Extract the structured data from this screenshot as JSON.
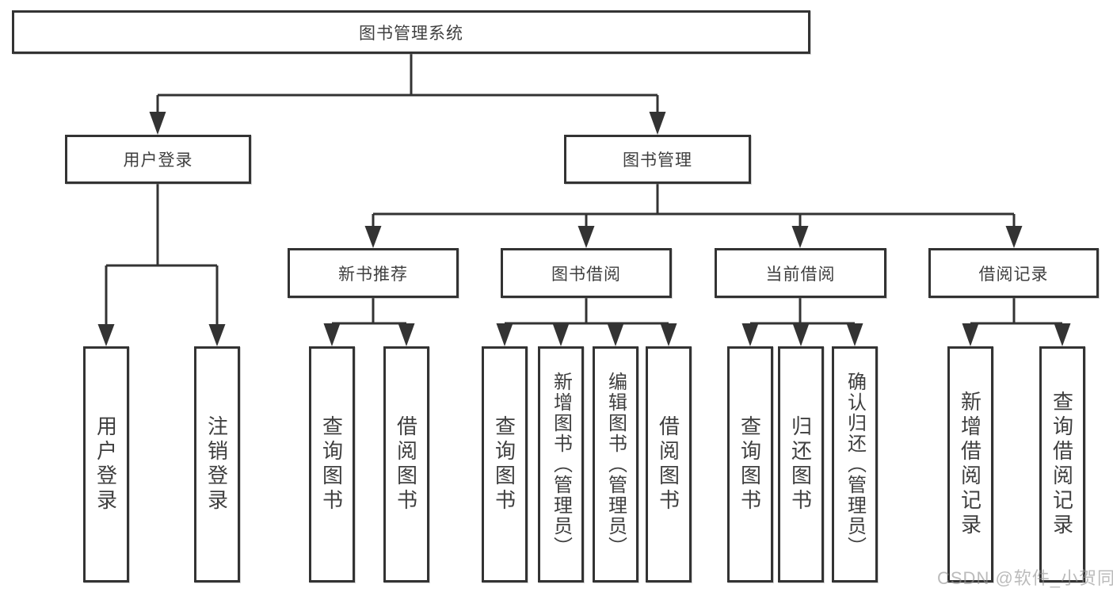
{
  "diagram": {
    "root": {
      "label": "图书管理系统"
    },
    "level1": [
      {
        "label": "用户登录"
      },
      {
        "label": "图书管理"
      }
    ],
    "level2": [
      {
        "label": "新书推荐"
      },
      {
        "label": "图书借阅"
      },
      {
        "label": "当前借阅"
      },
      {
        "label": "借阅记录"
      }
    ],
    "leaves": {
      "user_login_group": [
        {
          "label": "用户登录"
        },
        {
          "label": "注销登录"
        }
      ],
      "new_book_group": [
        {
          "label": "查询图书"
        },
        {
          "label": "借阅图书"
        }
      ],
      "borrow_group": [
        {
          "label": "查询图书"
        },
        {
          "label": "新增图书（管理员）"
        },
        {
          "label": "编辑图书（管理员）"
        },
        {
          "label": "借阅图书"
        }
      ],
      "current_group": [
        {
          "label": "查询图书"
        },
        {
          "label": "归还图书"
        },
        {
          "label": "确认归还（管理员）"
        }
      ],
      "records_group": [
        {
          "label": "新增借阅记录"
        },
        {
          "label": "查询借阅记录"
        }
      ]
    }
  },
  "watermark": {
    "text": "CSDN @软件_小贺同学"
  },
  "colors": {
    "line": "#333333",
    "text": "#3f3f3f",
    "watermark": "rgba(145,145,145,0.62)"
  }
}
